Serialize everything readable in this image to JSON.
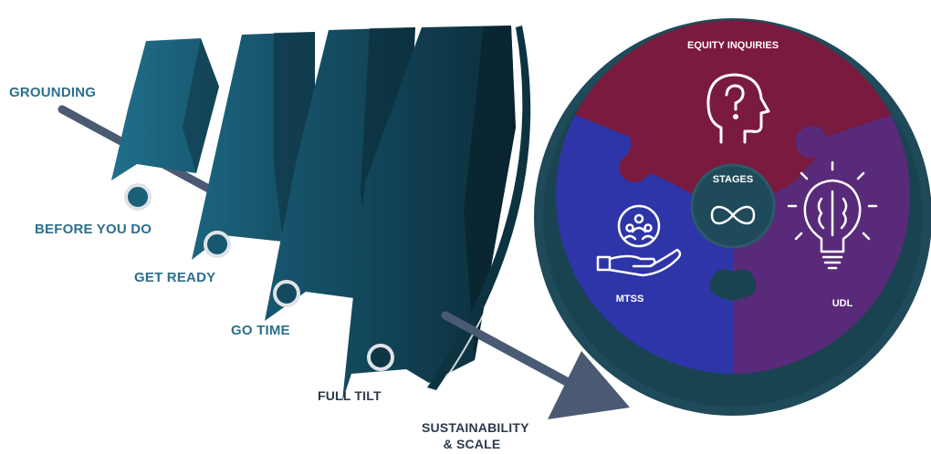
{
  "stages": {
    "grounding": "GROUNDING",
    "before_you_do": "BEFORE YOU DO",
    "get_ready": "GET READY",
    "go_time": "GO TIME",
    "full_tilt": "FULL TILT",
    "sustainability_line1": "SUSTAINABILITY",
    "sustainability_line2": "& SCALE"
  },
  "puzzle": {
    "top": "EQUITY INQUIRIES",
    "left": "MTSS",
    "right": "UDL",
    "center": "STAGES"
  },
  "icons": {
    "top": "head-question-icon",
    "left": "hand-people-icon",
    "right": "lightbulb-brain-icon",
    "center": "infinity-icon"
  },
  "colors": {
    "top_piece": "#7a1a3e",
    "left_piece": "#2e35a8",
    "right_piece": "#5a2a7a",
    "ring": "#1f4a59",
    "panel_light": "#1f6e8a",
    "panel_dark": "#0f2f3c",
    "arrow": "#4b5a73",
    "label": "#2c6f8c"
  }
}
